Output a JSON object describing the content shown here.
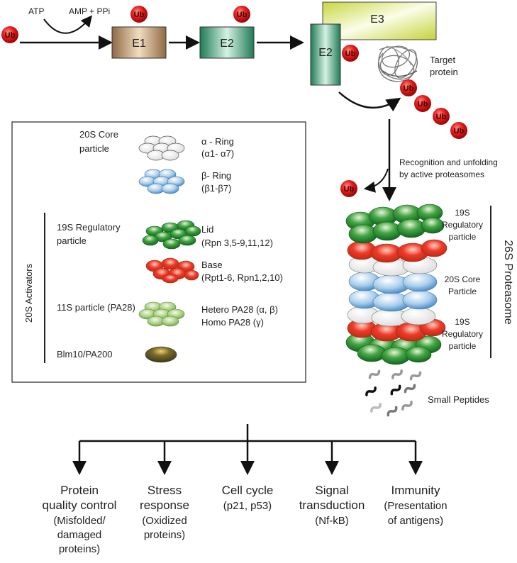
{
  "pathway": {
    "atp": "ATP",
    "amp_ppi": "AMP + PPi",
    "ub": "Ub",
    "e1": "E1",
    "e2": "E2",
    "e3": "E3",
    "target_protein": [
      "Target",
      "protein"
    ],
    "recognition": [
      "Recognition and unfolding",
      "by active proteasomes"
    ],
    "small_peptides": "Small Peptides"
  },
  "legend": {
    "core_particle": [
      "20S Core",
      "particle"
    ],
    "alpha_ring": [
      "α - Ring",
      "(α1- α7)"
    ],
    "beta_ring": [
      "β- Ring",
      "(β1-β7)"
    ],
    "activators_label": "20S Activators",
    "regulatory_19s": [
      "19S Regulatory",
      "particle"
    ],
    "lid": [
      "Lid",
      "(Rpn 3,5-9,11,12)"
    ],
    "base": [
      "Base",
      "(Rpt1-6, Rpn1,2,10)"
    ],
    "pa28_11s": "11S particle (PA28)",
    "hetero_pa28": "Hetero PA28 (α, β)",
    "homo_pa28": "Homo PA28 (γ)",
    "blm10": "Blm10/PA200"
  },
  "proteasome": {
    "title": "26S Proteasome",
    "top_19s": [
      "19S",
      "Regulatory",
      "particle"
    ],
    "core_20s": [
      "20S Core",
      "Particle"
    ],
    "bottom_19s": [
      "19S",
      "Regulatory",
      "particle"
    ]
  },
  "functions": [
    {
      "lines": [
        "Protein",
        "quality control",
        "(Misfolded/",
        "damaged",
        "proteins)"
      ]
    },
    {
      "lines": [
        "Stress",
        "response",
        "(Oxidized",
        "proteins)"
      ]
    },
    {
      "lines": [
        "Cell cycle",
        "(p21, p53)"
      ]
    },
    {
      "lines": [
        "Signal",
        "transduction",
        "(Nf-kB)"
      ]
    },
    {
      "lines": [
        "Immunity",
        "(Presentation",
        "of antigens)"
      ]
    }
  ]
}
